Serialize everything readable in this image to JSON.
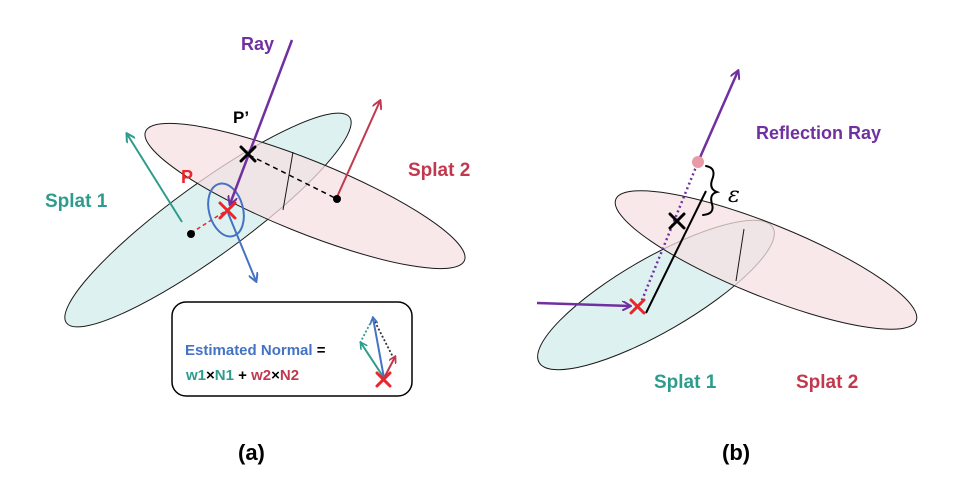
{
  "colors": {
    "ray": "#7030A0",
    "splat1": "#2E9C8C",
    "splat1_fill": "#DDF2F0",
    "splat2": "#C0394E",
    "splat2_fill": "#F6E0E3",
    "normal_blue": "#4472C4",
    "point_red": "#E8262B",
    "ink": "#000000",
    "reflection_point": "#E79BA6"
  },
  "icons": [
    "cross-mark",
    "arrow",
    "dot"
  ],
  "panel_a": {
    "ray_label": "Ray",
    "p_prime_label": "P’",
    "p_label": "P",
    "splat1_label": "Splat 1",
    "splat2_label": "Splat 2",
    "caption": "(a)",
    "formula": {
      "estimated": "Estimated Normal",
      "equals": " =",
      "w1": "w1",
      "times": "×",
      "n1": "N1",
      "plus": " + ",
      "w2": "w2",
      "n2": "N2"
    }
  },
  "panel_b": {
    "reflection_label": "Reflection Ray",
    "epsilon_label": "ε",
    "splat1_label": "Splat 1",
    "splat2_label": "Splat 2",
    "caption": "(b)"
  }
}
